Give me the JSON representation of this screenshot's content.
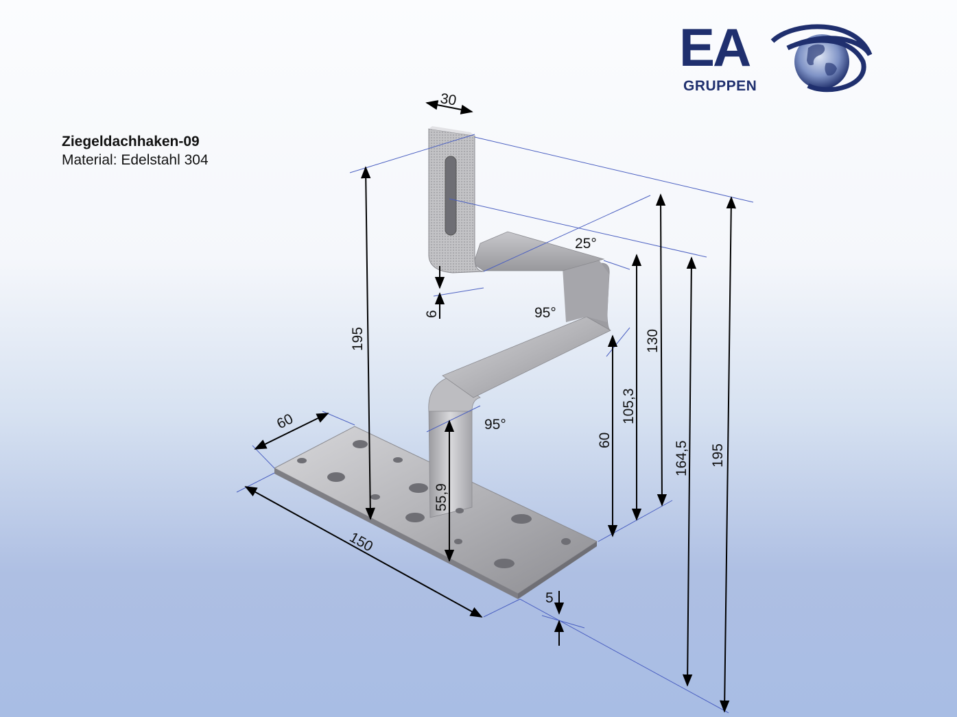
{
  "title": "Ziegeldachhaken-09",
  "material": "Material: Edelstahl 304",
  "logo": {
    "main": "EA",
    "sub": "GRUPPEN"
  },
  "dimensions": {
    "hook_width": "30",
    "total_height_left": "195",
    "hook_thickness": "6",
    "bend_angle_top": "25°",
    "bend_angle_mid": "95°",
    "bend_angle_low": "95°",
    "plate_width": "60",
    "plate_length": "150",
    "base_thickness": "5",
    "lower_height": "55,9",
    "h_60": "60",
    "h_105_3": "105,3",
    "h_130": "130",
    "h_164_5": "164,5",
    "h_195": "195"
  },
  "colors": {
    "brand": "#1f2f6e",
    "steel": "#b9b9bc",
    "dimension_line": "#4a5fc1"
  }
}
